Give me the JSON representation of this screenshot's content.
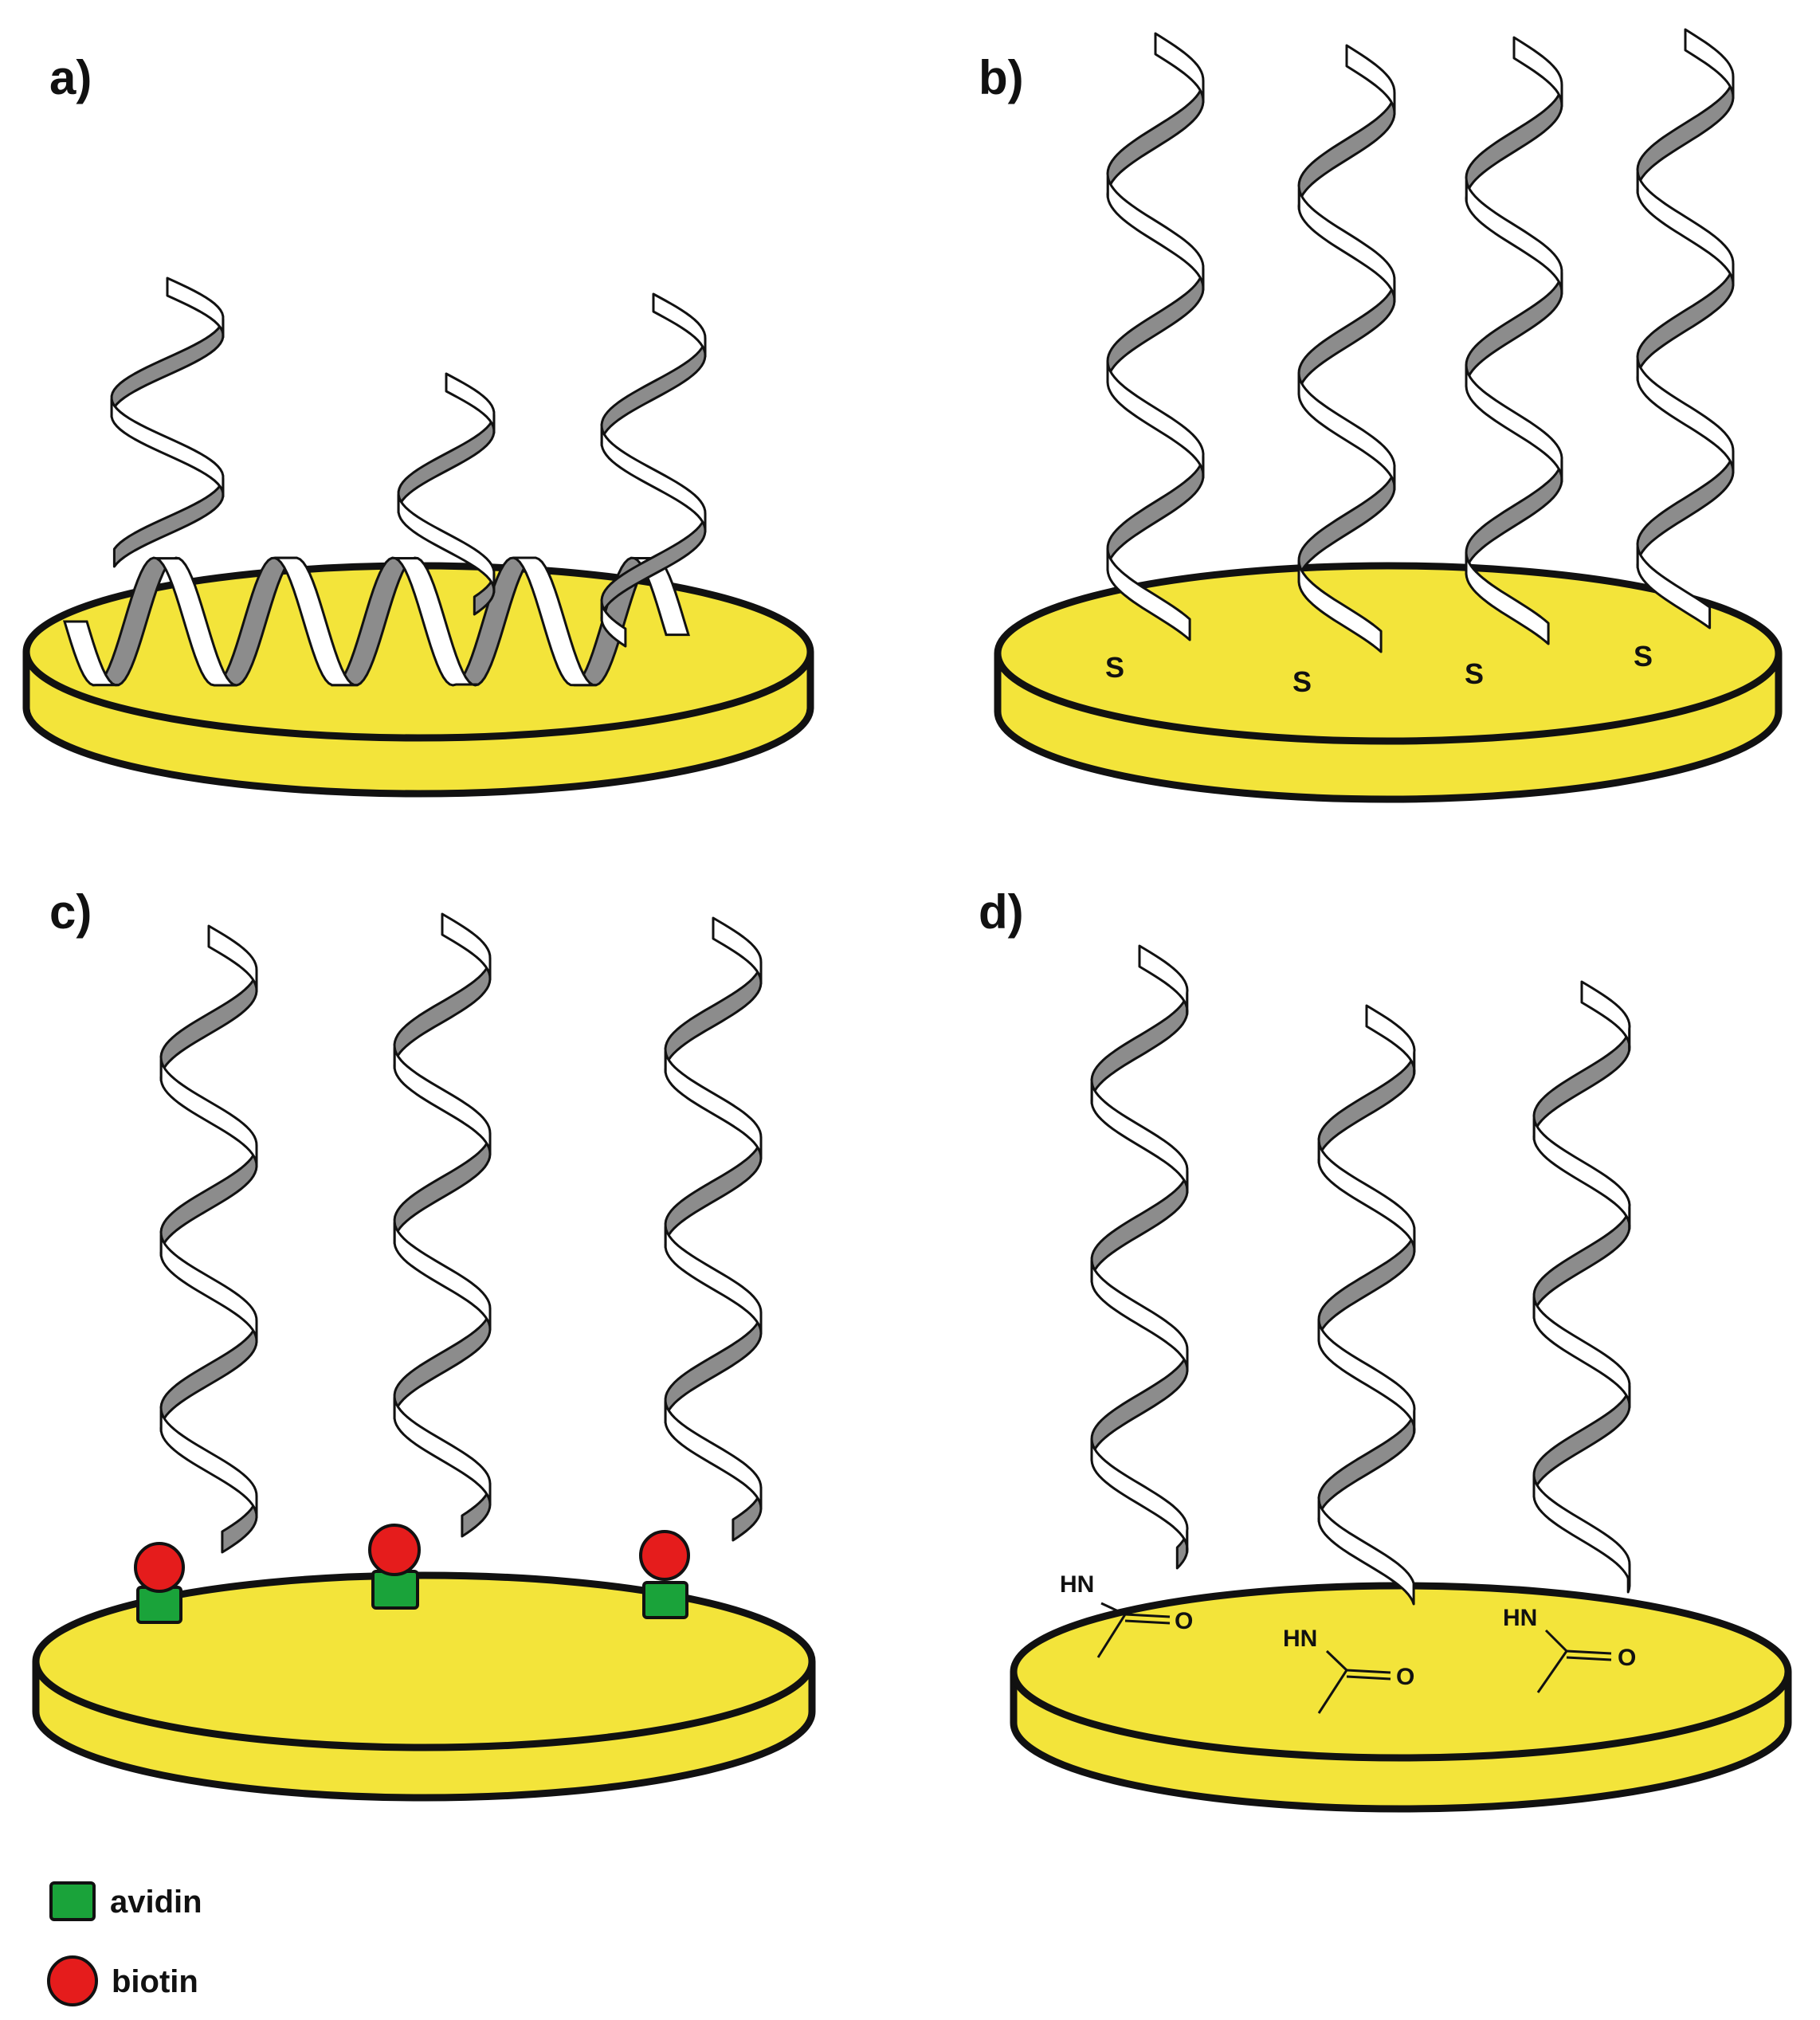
{
  "colors": {
    "gold": "#f3e43a",
    "outline": "#111111",
    "helix_back": "#8c8c8c",
    "helix_front": "#ffffff",
    "avidin": "#1aa33a",
    "biotin": "#e51c1c"
  },
  "panels": {
    "a": {
      "label": "a)"
    },
    "b": {
      "label": "b)",
      "linker": "S"
    },
    "c": {
      "label": "c)"
    },
    "d": {
      "label": "d)",
      "amine": "HN",
      "carbonyl": "O"
    }
  },
  "legend": {
    "avidin": "avidin",
    "biotin": "biotin"
  }
}
